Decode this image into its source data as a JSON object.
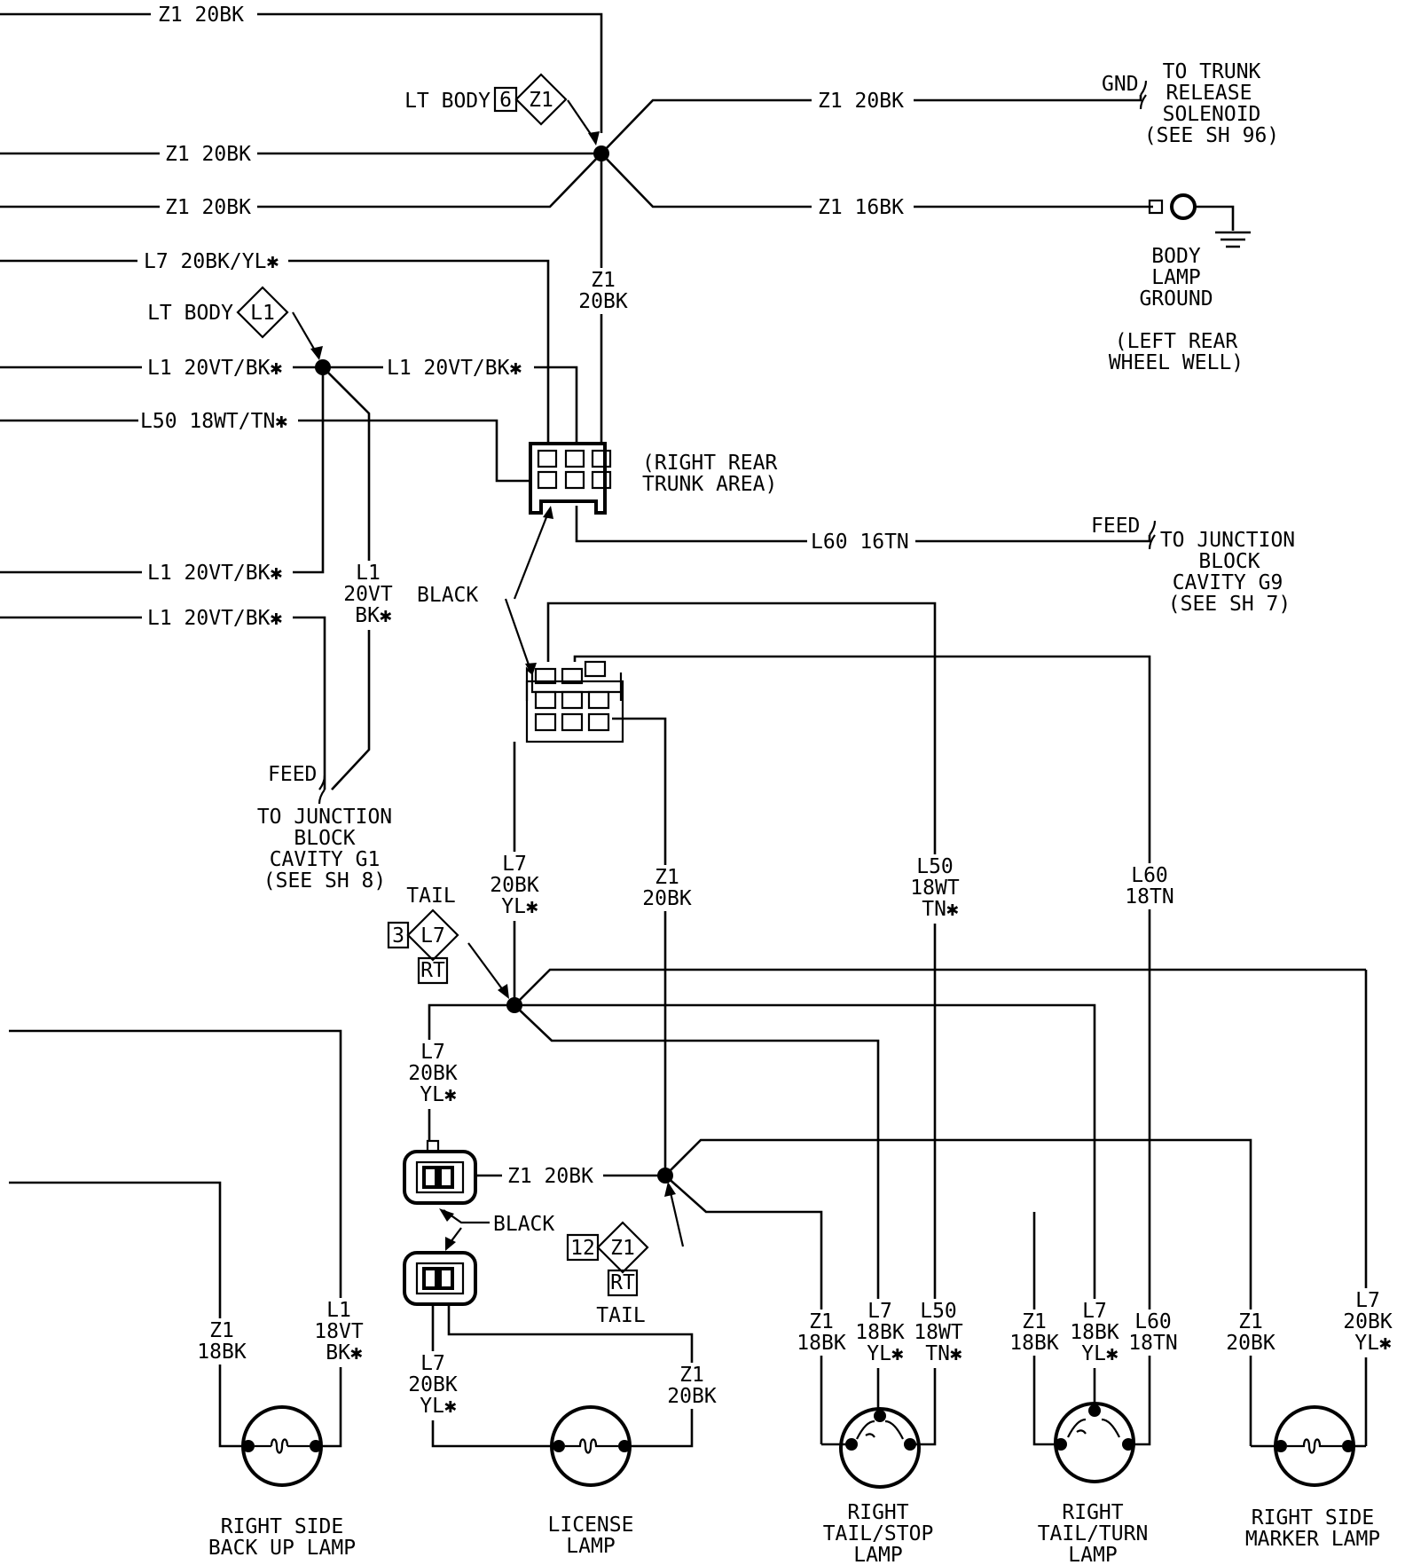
{
  "wires": {
    "top_left": "Z1 20BK",
    "splice1_left_a": "Z1 20BK",
    "splice1_left_b": "Z1 20BK",
    "to_trunk_release": "Z1 20BK",
    "to_body_ground": "Z1 16BK",
    "vertical_z1": [
      "Z1",
      "20BK"
    ],
    "l7_left": "L7 20BK/YL✱",
    "l1_left_a": "L1 20VT/BK✱",
    "l1_right": "L1 20VT/BK✱",
    "l50_left": "L50 18WT/TN✱",
    "l1_left_b": "L1 20VT/BK✱",
    "l1_left_c": "L1 20VT/BK✱",
    "l1_vertical": [
      "L1",
      "20VT",
      "BK✱"
    ],
    "l60_feed": "L60 16TN",
    "l7_down": [
      "L7",
      "20BK",
      "YL✱"
    ],
    "z1_down": [
      "Z1",
      "20BK"
    ],
    "l50_down": [
      "L50",
      "18WT",
      "TN✱"
    ],
    "l60_down": [
      "L60",
      "18TN"
    ],
    "l7_plate": [
      "L7",
      "20BK",
      "YL✱"
    ],
    "z1_plate": "Z1 20BK",
    "backup_z1": [
      "Z1",
      "18BK"
    ],
    "backup_l1": [
      "L1",
      "18VT",
      "BK✱"
    ],
    "license_l7": [
      "L7",
      "20BK",
      "YL✱"
    ],
    "license_z1": [
      "Z1",
      "20BK"
    ],
    "stop_z1": [
      "Z1",
      "18BK"
    ],
    "stop_l7": [
      "L7",
      "18BK",
      "YL✱"
    ],
    "stop_l50": [
      "L50",
      "18WT",
      "TN✱"
    ],
    "turn_z1": [
      "Z1",
      "18BK"
    ],
    "turn_l7": [
      "L7",
      "18BK",
      "YL✱"
    ],
    "turn_l60": [
      "L60",
      "18TN"
    ],
    "marker_z1": [
      "Z1",
      "20BK"
    ],
    "marker_l7": [
      "L7",
      "20BK",
      "YL✱"
    ]
  },
  "splices": {
    "lt_body_z1": {
      "prefix": "LT BODY",
      "num": "6",
      "id": "Z1"
    },
    "lt_body_l1": {
      "prefix": "LT BODY",
      "id": "L1"
    },
    "tail_l7": {
      "label": "TAIL",
      "num": "3",
      "id": "L7",
      "side": "RT"
    },
    "tail_z1": {
      "label": "TAIL",
      "num": "12",
      "id": "Z1",
      "side": "RT"
    }
  },
  "references": {
    "gnd": "GND",
    "trunk_release": [
      "TO TRUNK",
      "RELEASE",
      "SOLENOID",
      "(SEE SH 96)"
    ],
    "body_ground": [
      "BODY",
      "LAMP",
      "GROUND"
    ],
    "wheel_well": [
      "(LEFT REAR",
      "WHEEL WELL)"
    ],
    "trunk_area": [
      "(RIGHT REAR",
      "TRUNK AREA)"
    ],
    "feed_g9": "FEED",
    "junction_g9": [
      "TO JUNCTION",
      "BLOCK",
      "CAVITY G9",
      "(SEE SH 7)"
    ],
    "connector_color": "BLACK",
    "feed_g1": "FEED",
    "junction_g1": [
      "TO JUNCTION",
      "BLOCK",
      "CAVITY G1",
      "(SEE SH 8)"
    ],
    "plate_connector_color": "BLACK"
  },
  "lamps": {
    "backup": [
      "RIGHT SIDE",
      "BACK UP LAMP"
    ],
    "license": [
      "LICENSE",
      "LAMP"
    ],
    "tail_stop": [
      "RIGHT",
      "TAIL/STOP",
      "LAMP"
    ],
    "tail_turn": [
      "RIGHT",
      "TAIL/TURN",
      "LAMP"
    ],
    "marker": [
      "RIGHT SIDE",
      "MARKER LAMP"
    ]
  }
}
